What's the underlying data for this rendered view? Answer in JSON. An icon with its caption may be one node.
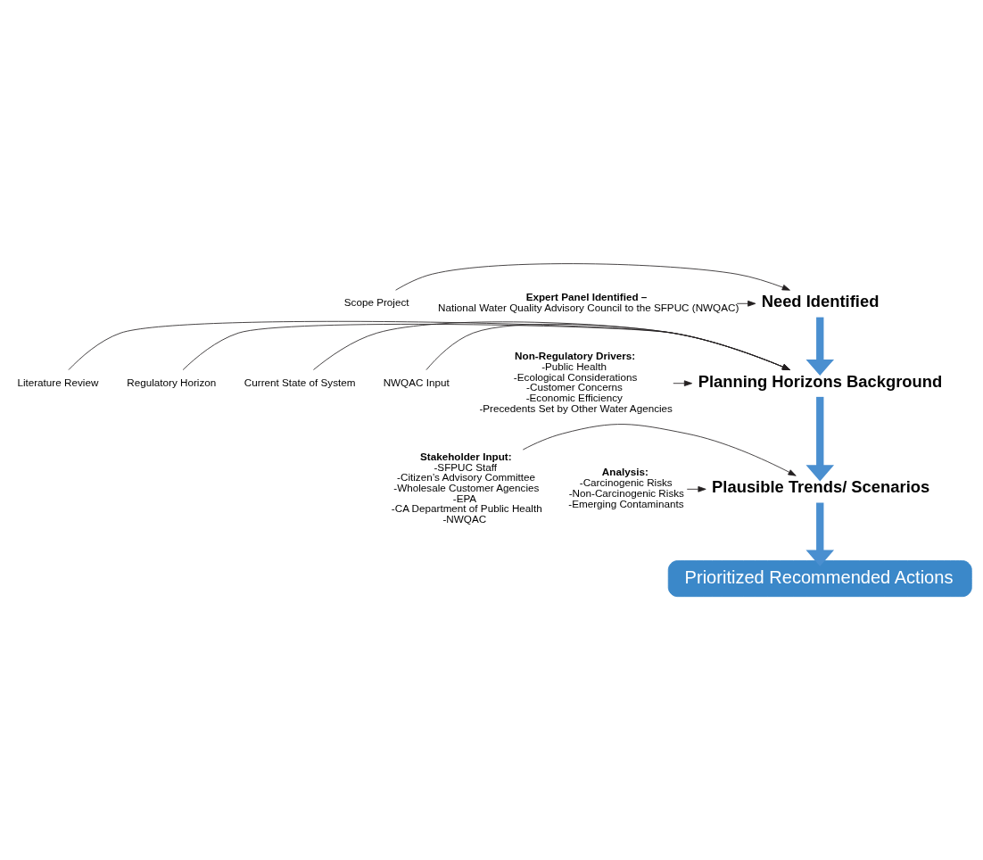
{
  "diagram": {
    "nodes": [
      {
        "text": [
          "Need Identified"
        ]
      },
      {
        "text": [
          "Planning Horizons Background"
        ]
      },
      {
        "text": [
          "Plausible Trends/ Scenarios"
        ]
      },
      {
        "text": [
          "Prioritized Recommended Actions"
        ]
      },
      {
        "text": [
          "Scope Project"
        ]
      },
      {
        "text": [
          "Expert Panel Identified –",
          "National Water Quality Advisory Council to the SFPUC (NWQAC)"
        ]
      },
      {
        "text": [
          "Literature Review"
        ]
      },
      {
        "text": [
          "Regulatory Horizon"
        ]
      },
      {
        "text": [
          "Current State of System"
        ]
      },
      {
        "text": [
          "NWQAC Input"
        ]
      },
      {
        "text": [
          "Non-Regulatory Drivers:",
          "-Public Health",
          "-Ecological Considerations",
          "-Customer Concerns",
          "-Economic Efficiency",
          "-Precedents Set by Other Water Agencies"
        ]
      },
      {
        "text": [
          "Stakeholder Input:",
          "-SFPUC Staff",
          "-Citizen’s Advisory Committee",
          "-Wholesale Customer Agencies",
          "-EPA",
          "-CA Department of Public Health",
          "-NWQAC"
        ]
      },
      {
        "text": [
          "Analysis:",
          "-Carcinogenic Risks",
          "-Non-Carcinogenic Risks",
          "-Emerging Contaminants"
        ]
      }
    ],
    "edges": [
      {
        "from": 4,
        "to": 0,
        "arrow": "to"
      },
      {
        "from": 5,
        "to": 0,
        "arrow": "to"
      },
      {
        "from": 0,
        "to": 1,
        "arrow": "to",
        "style": "thick",
        "color": "#4a8fd0"
      },
      {
        "from": 6,
        "to": 1,
        "arrow": "to"
      },
      {
        "from": 7,
        "to": 1,
        "arrow": "to"
      },
      {
        "from": 8,
        "to": 1,
        "arrow": "to"
      },
      {
        "from": 9,
        "to": 1,
        "arrow": "to"
      },
      {
        "from": 10,
        "to": 1,
        "arrow": "to"
      },
      {
        "from": 1,
        "to": 2,
        "arrow": "to",
        "style": "thick",
        "color": "#4a8fd0"
      },
      {
        "from": 11,
        "to": 2,
        "arrow": "to"
      },
      {
        "from": 12,
        "to": 2,
        "arrow": "to"
      },
      {
        "from": 2,
        "to": 3,
        "arrow": "to",
        "style": "thick",
        "color": "#4a8fd0"
      }
    ]
  }
}
